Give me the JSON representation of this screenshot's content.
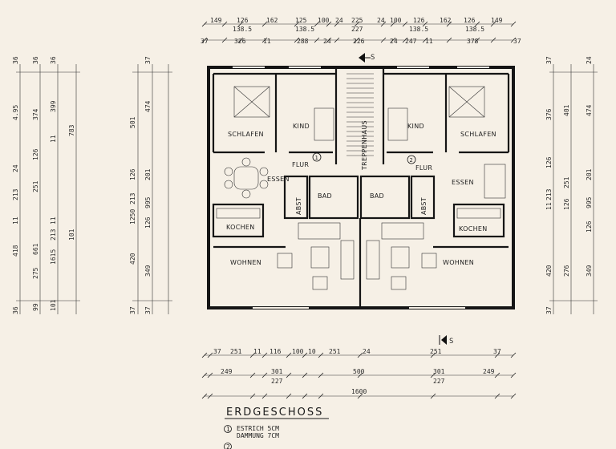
{
  "title": "ERDGESCHOSS",
  "legend": [
    {
      "marker": "1",
      "lines": [
        "ESTRICH   5CM",
        "DAMMUNG  7CM"
      ]
    },
    {
      "marker": "2",
      "lines": [
        ""
      ]
    }
  ],
  "north_marker": "S",
  "rooms": {
    "schlafen": "SCHLAFEN",
    "kind": "KIND",
    "flur": "FLUR",
    "treppenhaus": "TREPPENHAUS",
    "essen": "ESSEN",
    "abst": "ABST",
    "bad": "BAD",
    "kochen": "KOCHEN",
    "wohnen": "WOHNEN"
  },
  "dims": {
    "top1": [
      "149",
      "126",
      "162",
      "125",
      "100",
      "24",
      "225",
      "24",
      "100",
      "126",
      "162",
      "126",
      "149"
    ],
    "top1_sub": [
      "138.5",
      "138.5",
      "227",
      "138.5",
      "138.5"
    ],
    "top2": [
      "37",
      "326",
      "11",
      "288",
      "24",
      "226",
      "24",
      "247",
      "11",
      "378",
      "37"
    ],
    "bottom1": [
      "37",
      "251",
      "11",
      "116",
      "100",
      "10",
      "251",
      "24",
      "251",
      "37"
    ],
    "bottom2": [
      "249",
      "301",
      "500",
      "301",
      "249"
    ],
    "bottom2_sub": [
      "227",
      "227"
    ],
    "bottom_total": "1600",
    "left1": [
      "36",
      "4.95",
      "24",
      "213",
      "11",
      "418",
      "36"
    ],
    "left2": [
      "36",
      "374",
      "126",
      "251",
      "661",
      "275",
      "99"
    ],
    "left3": [
      "36",
      "399",
      "11",
      "11",
      "213",
      "1615",
      "101"
    ],
    "left4": [
      "783",
      "101"
    ],
    "left_total": [
      "37",
      "474",
      "201",
      "995",
      "126",
      "349",
      "37"
    ],
    "left_vert": [
      "1250",
      "501",
      "126",
      "213",
      "420",
      "37"
    ],
    "right1": [
      "37",
      "376",
      "126",
      "213",
      "11",
      "420",
      "37"
    ],
    "right2": [
      "401",
      "251",
      "126",
      "276"
    ],
    "right3": [
      "24",
      "474",
      "201",
      "995",
      "126",
      "349"
    ]
  }
}
